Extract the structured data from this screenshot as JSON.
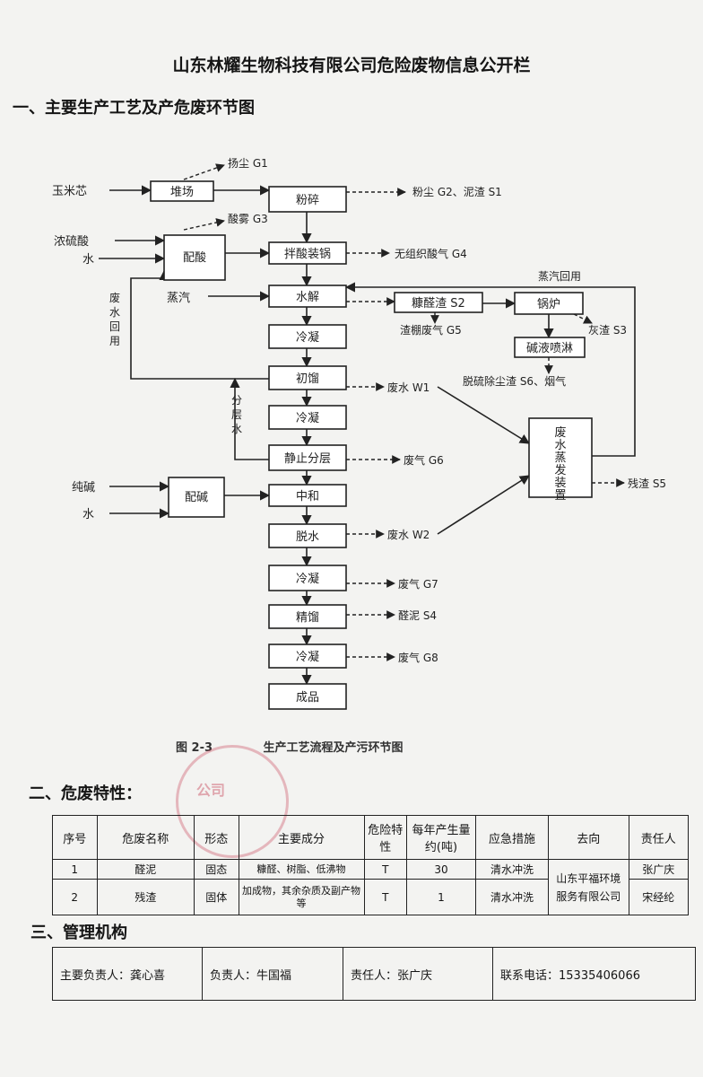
{
  "doc_title": "山东林耀生物科技有限公司危险废物信息公开栏",
  "sections": {
    "s1": "一、主要生产工艺及产危废环节图",
    "s2": "二、危废特性：",
    "s3": "三、管理机构"
  },
  "flow": {
    "inputs": {
      "corncob": "玉米芯",
      "sulfuric_acid": "浓硫酸",
      "water1": "水",
      "steam": "蒸汽",
      "soda": "纯碱",
      "water2": "水"
    },
    "boxes": {
      "pile": "堆场",
      "acid_mix": "配酸",
      "crush": "粉碎",
      "stir": "拌酸装锅",
      "hydrolysis": "水解",
      "cond1": "冷凝",
      "initial": "初馏",
      "cond2": "冷凝",
      "static": "静止分层",
      "alkali_mix": "配碱",
      "neutralize": "中和",
      "dewater": "脱水",
      "cond3": "冷凝",
      "refine": "精馏",
      "cond4": "冷凝",
      "product": "成品",
      "residue_s2": "糠醛渣 S2",
      "boiler": "锅炉",
      "spray": "碱液喷淋",
      "evap": "废水蒸发装置"
    },
    "outputs": {
      "g1": "扬尘 G1",
      "g2s1": "粉尘 G2、泥渣 S1",
      "g3": "酸雾 G3",
      "g4": "无组织酸气 G4",
      "g5": "渣棚废气 G5",
      "s3": "灰渣 S3",
      "s6": "脱硫除尘渣 S6、烟气",
      "w1": "废水 W1",
      "g6": "废气 G6",
      "w2": "废水 W2",
      "s5": "残渣 S5",
      "g7": "废气 G7",
      "s4": "醛泥 S4",
      "g8": "废气 G8",
      "steam_return": "蒸汽回用"
    },
    "side_labels": {
      "waste_water_return": "废水回用",
      "layer_water": "分层水"
    }
  },
  "caption": {
    "fig": "图 2-3",
    "text": "生产工艺流程及产污环节图"
  },
  "stamp": {
    "text": "公司"
  },
  "hazard_table": {
    "headers": [
      "序号",
      "危废名称",
      "形态",
      "主要成分",
      "危险特性",
      "每年产生量约(吨)",
      "应急措施",
      "去向",
      "责任人"
    ],
    "rows": [
      [
        "1",
        "醛泥",
        "固态",
        "糠醛、树脂、低沸物",
        "T",
        "30",
        "清水冲洗"
      ],
      [
        "2",
        "残渣",
        "固体",
        "加成物，其余杂质及副产物等",
        "T",
        "1",
        "清水冲洗"
      ]
    ],
    "destination": "山东平福环境服务有限公司",
    "responsible": [
      "张广庆",
      "宋经纶"
    ]
  },
  "management": {
    "chief": "主要负责人：龚心喜",
    "manager": "负责人：牛国福",
    "responsible": "责任人：张广庆",
    "phone": "联系电话：15335406066"
  }
}
